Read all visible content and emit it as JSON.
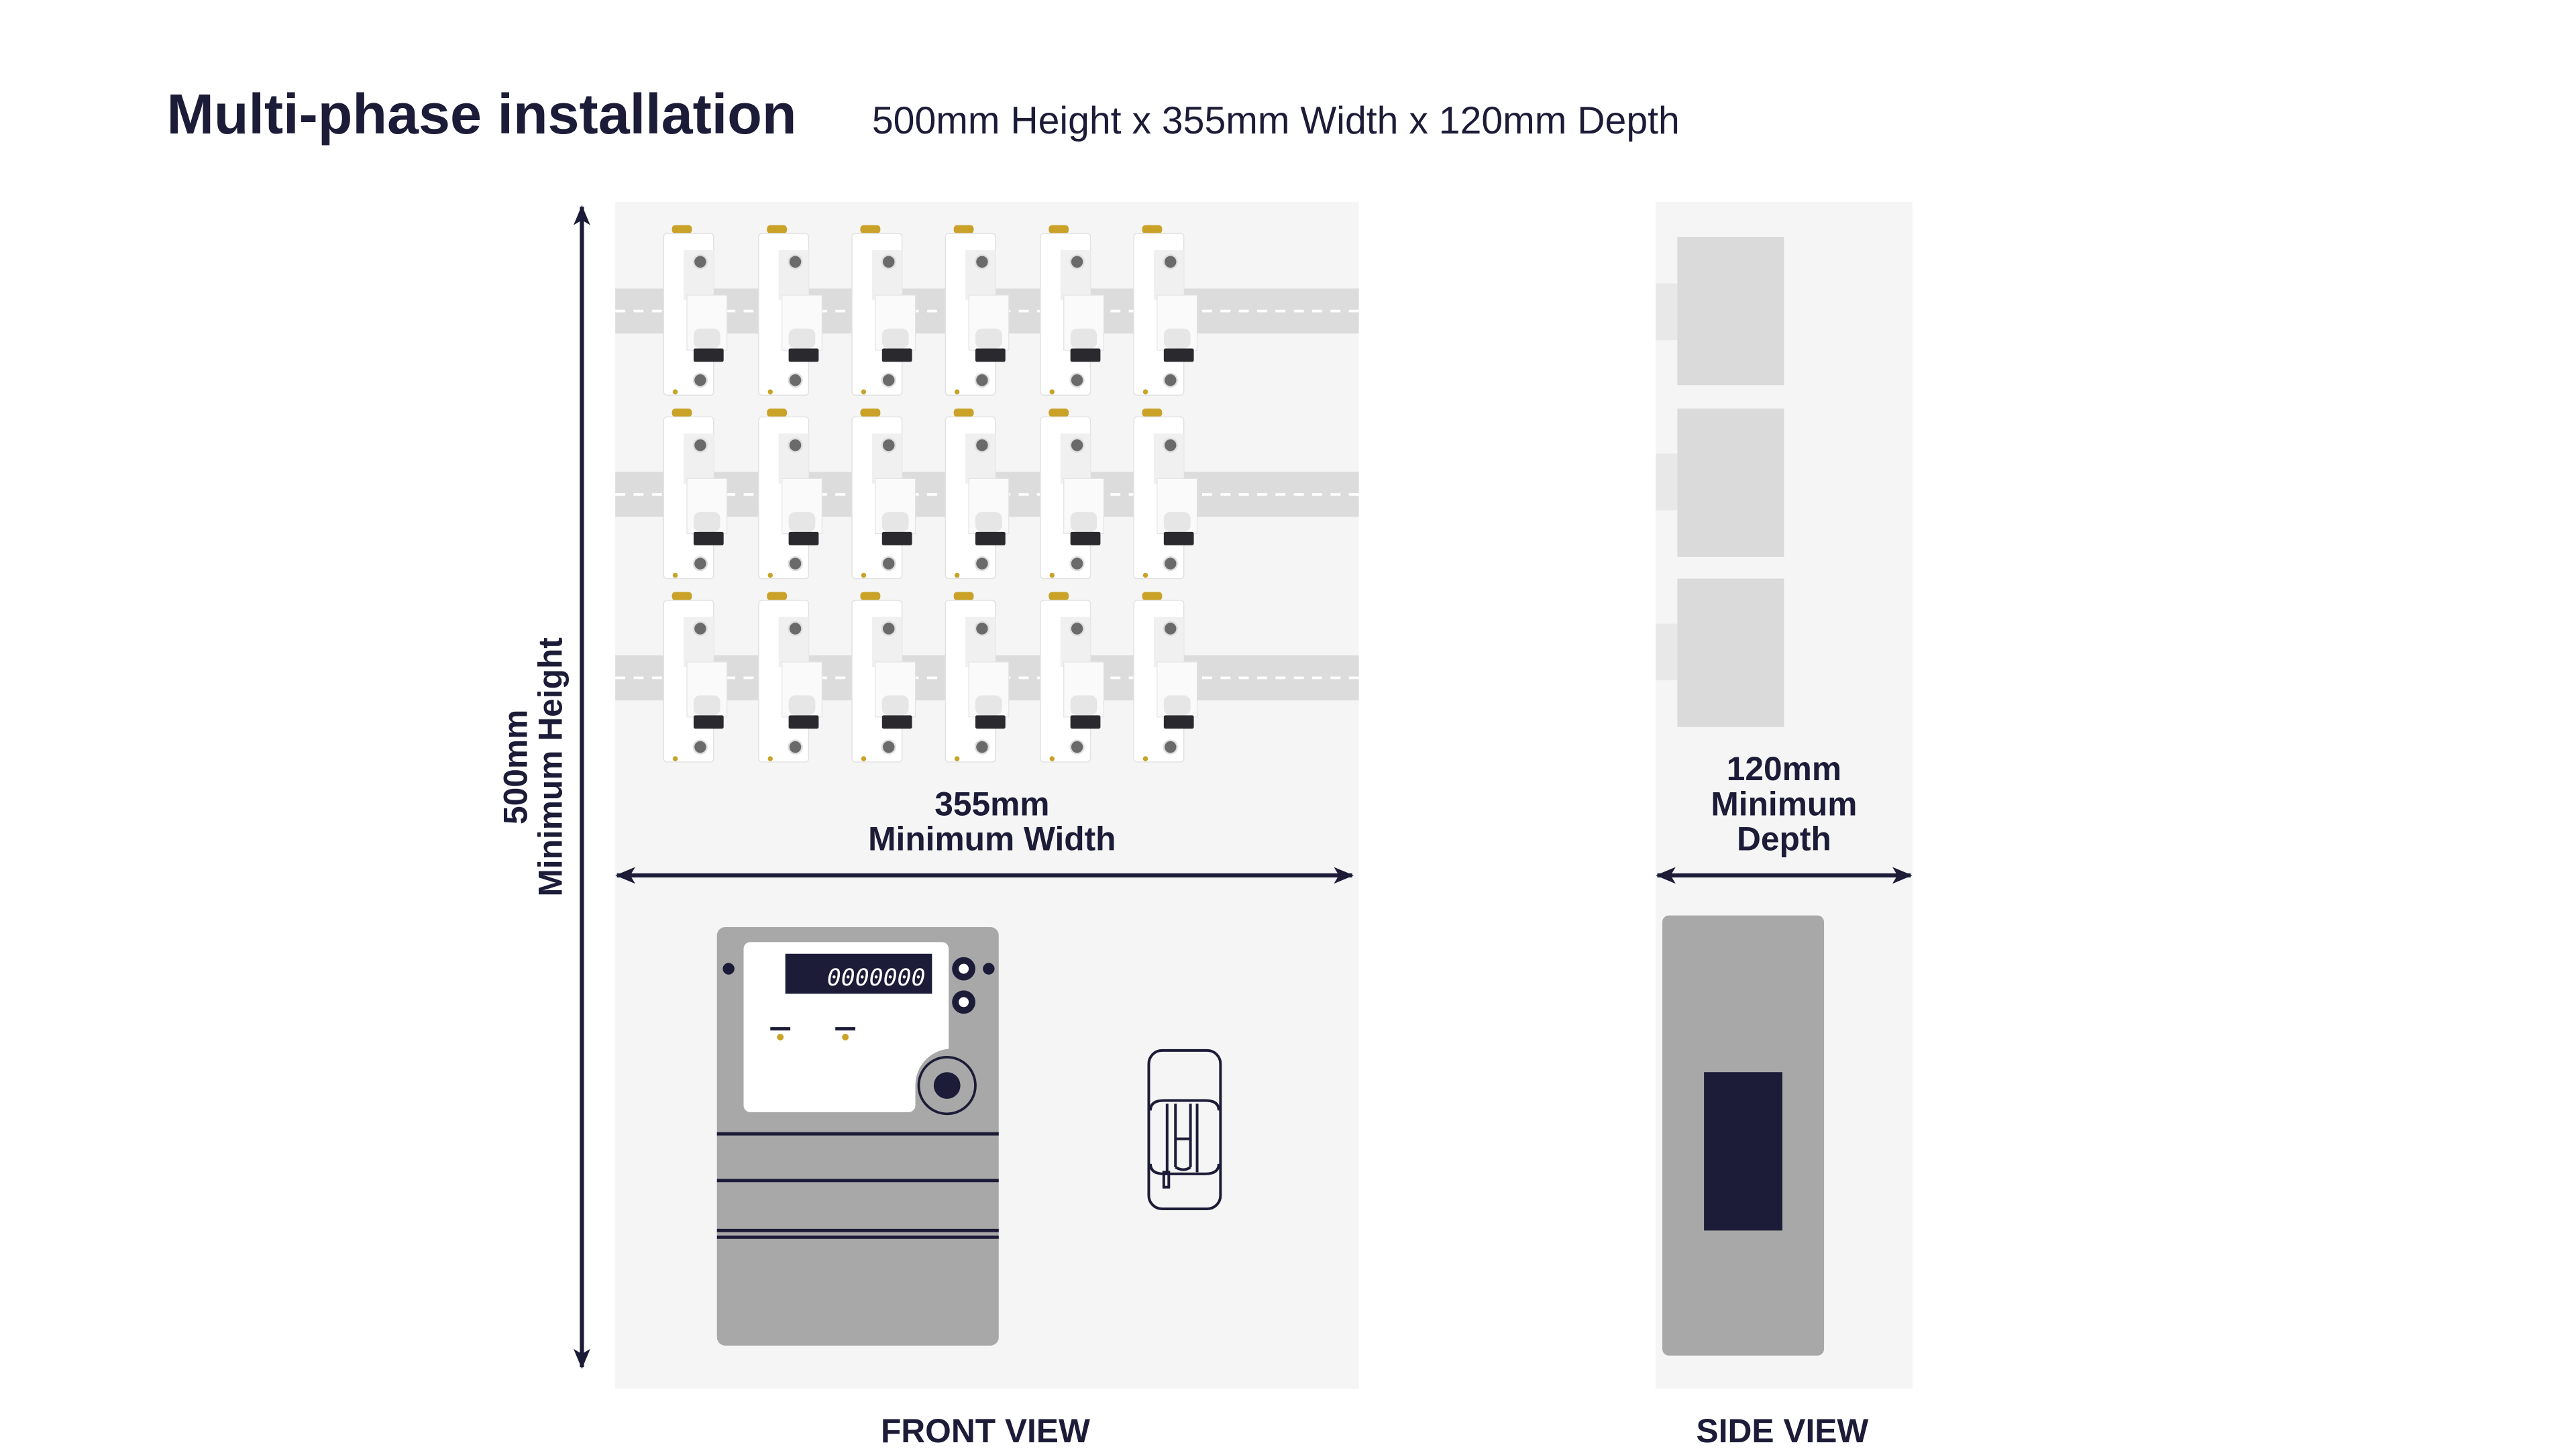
{
  "title": "Multi-phase installation",
  "subtitle": "500mm Height x 355mm Width x 120mm Depth",
  "height_label": {
    "value": "500mm",
    "text": "Minimum Height"
  },
  "width_label": {
    "value": "355mm",
    "text": "Minimum Width"
  },
  "depth_label": {
    "value": "120mm",
    "line2": "Minimum",
    "line3": "Depth"
  },
  "meter_reading": "0000000",
  "front_view_label": "FRONT VIEW",
  "side_view_label": "SIDE VIEW",
  "breakers": {
    "rows": 3,
    "columns": 6
  },
  "colors": {
    "navy": "#1c1c38",
    "panel": "#f5f5f5",
    "rail": "#dcdcdc",
    "meter": "#a8a8a8",
    "accent": "#c9a227"
  }
}
